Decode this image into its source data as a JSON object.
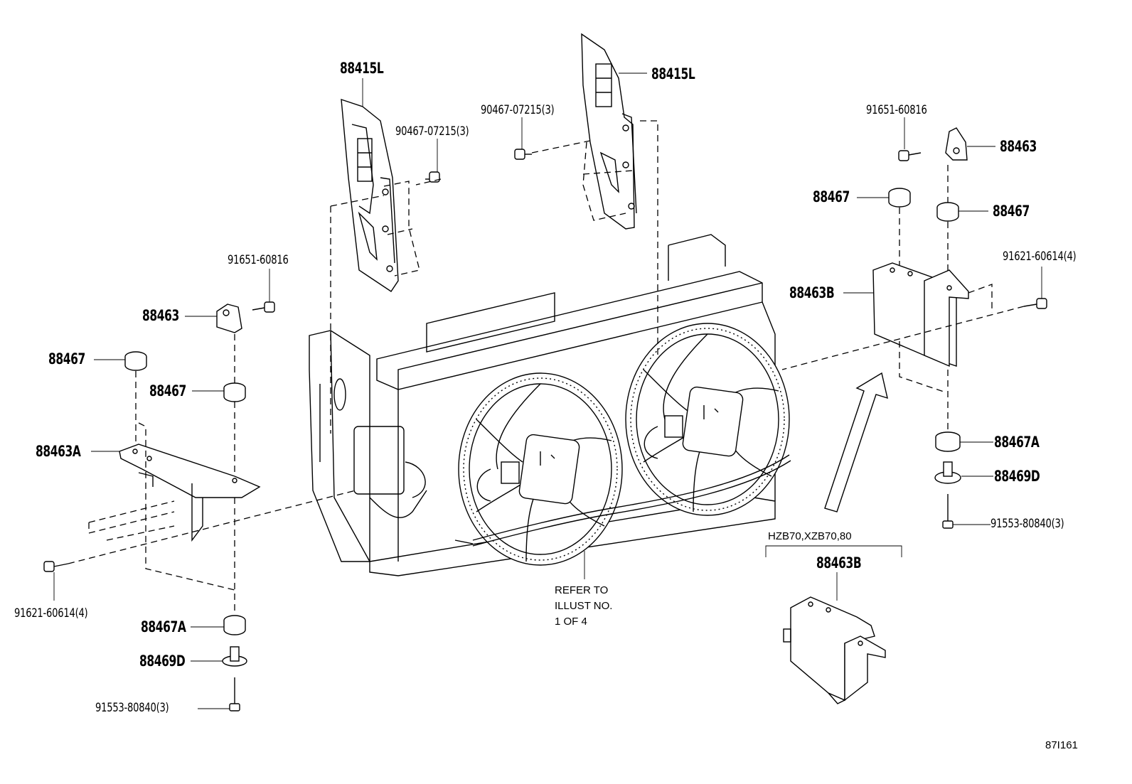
{
  "labels": {
    "top_left_shroud_panel": "88415L",
    "top_right_shroud_panel": "88415L",
    "clip_left": "90467-07215(3)",
    "clip_right": "90467-07215(3)",
    "left_bolt_upper": "91651-60816",
    "left_bracket": "88463",
    "left_cushion_upper": "88467",
    "left_cushion_lower": "88467",
    "left_bracket_a": "88463A",
    "left_side_bolt": "91621-60614(4)",
    "left_cushion_a": "88467A",
    "left_collar_d": "88469D",
    "left_lower_bolt": "91553-80840(3)",
    "right_bolt_upper": "91651-60816",
    "right_bracket": "88463",
    "right_cushion_left": "88467",
    "right_cushion_right": "88467",
    "right_side_bolt": "91621-60614(4)",
    "right_bracket_b": "88463B",
    "right_cushion_a": "88467A",
    "right_collar_d": "88469D",
    "right_lower_bolt": "91553-80840(3)",
    "variant_bracket_b": "88463B"
  },
  "variant_note": "HZB70,XZB70,80",
  "refer_note": [
    "REFER TO",
    "ILLUST NO.",
    "1 OF 4"
  ],
  "illustration_code": "87I161"
}
